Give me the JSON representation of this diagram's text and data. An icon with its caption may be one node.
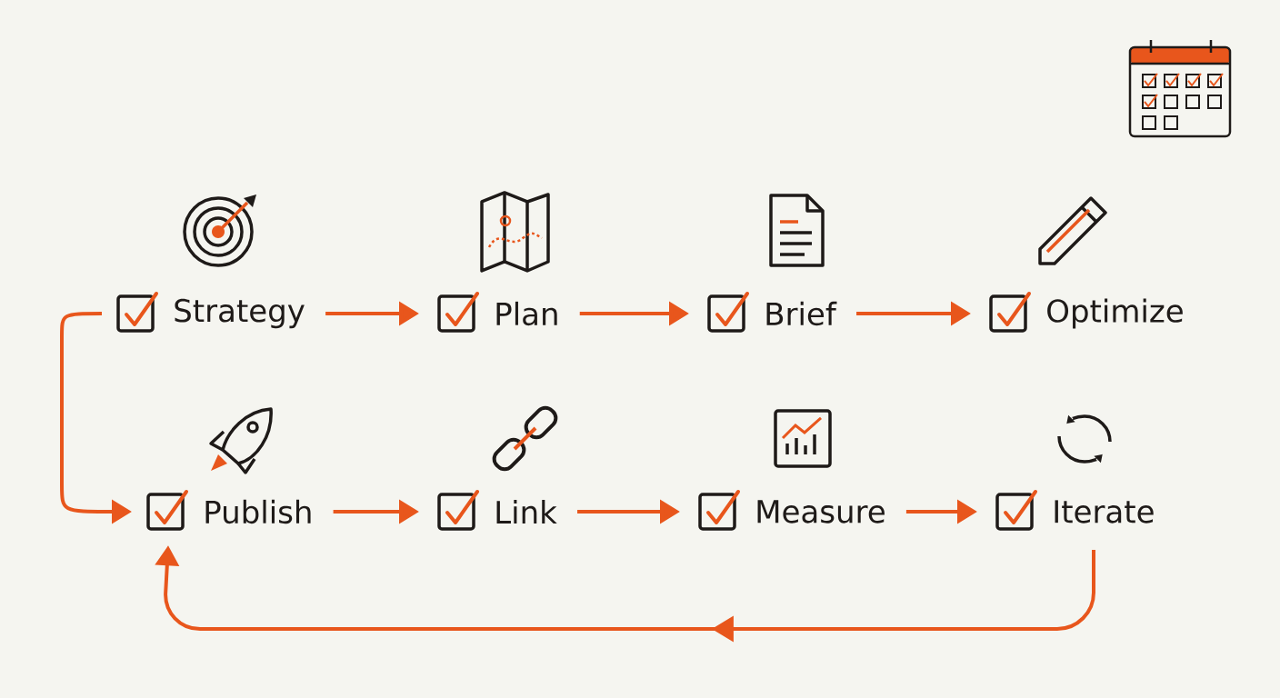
{
  "diagram": {
    "nodes": [
      {
        "text": [
          "Strategy"
        ]
      },
      {
        "text": [
          "Plan"
        ]
      },
      {
        "text": [
          "Brief"
        ]
      },
      {
        "text": [
          "Optimize"
        ]
      },
      {
        "text": [
          "Publish"
        ]
      },
      {
        "text": [
          "Link"
        ]
      },
      {
        "text": [
          "Measure"
        ]
      },
      {
        "text": [
          "Iterate"
        ]
      }
    ],
    "edges": [
      {
        "from": 0,
        "to": 1,
        "arrow": "to"
      },
      {
        "from": 1,
        "to": 2,
        "arrow": "to"
      },
      {
        "from": 2,
        "to": 3,
        "arrow": "to"
      },
      {
        "from": 0,
        "to": 4,
        "arrow": "to"
      },
      {
        "from": 4,
        "to": 5,
        "arrow": "to"
      },
      {
        "from": 5,
        "to": 6,
        "arrow": "to"
      },
      {
        "from": 6,
        "to": 7,
        "arrow": "to"
      },
      {
        "from": 7,
        "to": 4,
        "arrow": "to"
      }
    ]
  }
}
